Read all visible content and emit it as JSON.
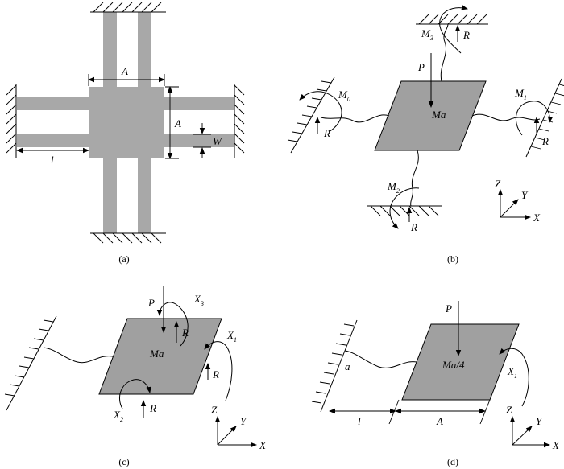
{
  "panels": {
    "a": {
      "caption": "(a)",
      "dim_A_top": "A",
      "dim_A_right": "A",
      "dim_l": "l",
      "dim_W": "W"
    },
    "b": {
      "caption": "(b)",
      "force_P": "P",
      "mass": "Ma",
      "m3": "M",
      "m3_sub": "3",
      "m0": "M",
      "m0_sub": "0",
      "m1": "M",
      "m1_sub": "1",
      "m2": "M",
      "m2_sub": "2",
      "r_top": "R",
      "r_left": "R",
      "r_right": "R",
      "r_bottom": "R",
      "axis_z": "Z",
      "axis_y": "Y",
      "axis_x": "X"
    },
    "c": {
      "caption": "(c)",
      "force_P": "P",
      "mass": "Ma",
      "x3": "X",
      "x3_sub": "3",
      "x1": "X",
      "x1_sub": "1",
      "x2": "X",
      "x2_sub": "2",
      "r_top": "R",
      "r_right": "R",
      "r_bottom": "R",
      "axis_z": "Z",
      "axis_y": "Y",
      "axis_x": "X"
    },
    "d": {
      "caption": "(d)",
      "force_P": "P",
      "mass": "Ma/4",
      "x1": "X",
      "x1_sub": "1",
      "a_label": "a",
      "dim_l": "l",
      "dim_A": "A",
      "axis_z": "Z",
      "axis_y": "Y",
      "axis_x": "X"
    }
  }
}
